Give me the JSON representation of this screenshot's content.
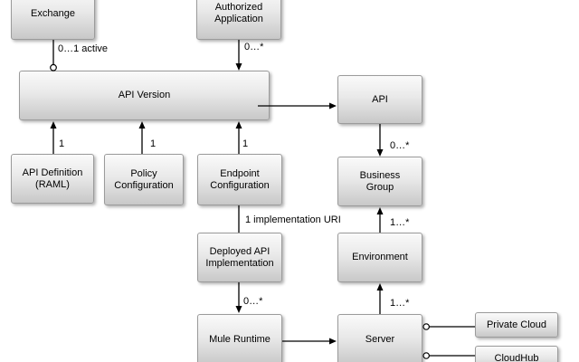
{
  "diagram": {
    "nodes": [
      {
        "id": "exchange",
        "label": "Exchange"
      },
      {
        "id": "authorized-application",
        "label": "Authorized\nApplication"
      },
      {
        "id": "api-version",
        "label": "API Version"
      },
      {
        "id": "api",
        "label": "API"
      },
      {
        "id": "api-definition-raml",
        "label": "API Definition\n(RAML)"
      },
      {
        "id": "policy-configuration",
        "label": "Policy\nConfiguration"
      },
      {
        "id": "endpoint-configuration",
        "label": "Endpoint\nConfiguration"
      },
      {
        "id": "business-group",
        "label": "Business\nGroup"
      },
      {
        "id": "deployed-api-implementation",
        "label": "Deployed API\nImplementation"
      },
      {
        "id": "environment",
        "label": "Environment"
      },
      {
        "id": "mule-runtime",
        "label": "Mule Runtime"
      },
      {
        "id": "server",
        "label": "Server"
      },
      {
        "id": "private-cloud",
        "label": "Private Cloud"
      },
      {
        "id": "cloudhub",
        "label": "CloudHub"
      }
    ],
    "edges": [
      {
        "from": "Exchange",
        "to": "API Version",
        "label": "0…1 active",
        "end_marker": "open-circle"
      },
      {
        "from": "Authorized Application",
        "to": "API Version",
        "label": "0…*",
        "end_marker": "arrow"
      },
      {
        "from": "API Definition (RAML)",
        "to": "API Version",
        "label": "1",
        "end_marker": "arrow"
      },
      {
        "from": "Policy Configuration",
        "to": "API Version",
        "label": "1",
        "end_marker": "arrow"
      },
      {
        "from": "Endpoint Configuration",
        "to": "API Version",
        "label": "1",
        "end_marker": "arrow"
      },
      {
        "from": "API Version",
        "to": "API",
        "label": "",
        "end_marker": "arrow"
      },
      {
        "from": "API",
        "to": "Business Group",
        "label": "0…*",
        "end_marker": "arrow"
      },
      {
        "from": "Endpoint Configuration",
        "to": "Deployed API Implementation",
        "label": "1 implementation URI",
        "end_marker": "none"
      },
      {
        "from": "Deployed API Implementation",
        "to": "Mule Runtime",
        "label": "0…*",
        "end_marker": "arrow"
      },
      {
        "from": "Environment",
        "to": "Business Group",
        "label": "1…*",
        "end_marker": "arrow"
      },
      {
        "from": "Server",
        "to": "Environment",
        "label": "1…*",
        "end_marker": "arrow"
      },
      {
        "from": "Mule Runtime",
        "to": "Server",
        "label": "",
        "end_marker": "arrow"
      },
      {
        "from": "Server",
        "to": "Private Cloud",
        "label": "",
        "start_marker": "open-circle"
      },
      {
        "from": "Server",
        "to": "CloudHub",
        "label": "",
        "start_marker": "open-circle"
      }
    ]
  },
  "colors": {
    "background": "#ffffff",
    "node-fill-top": "#fafafa",
    "node-fill-bottom": "#c8c8c8",
    "node-border": "#9b9b9b",
    "connector": "#000000",
    "text": "#000000"
  }
}
